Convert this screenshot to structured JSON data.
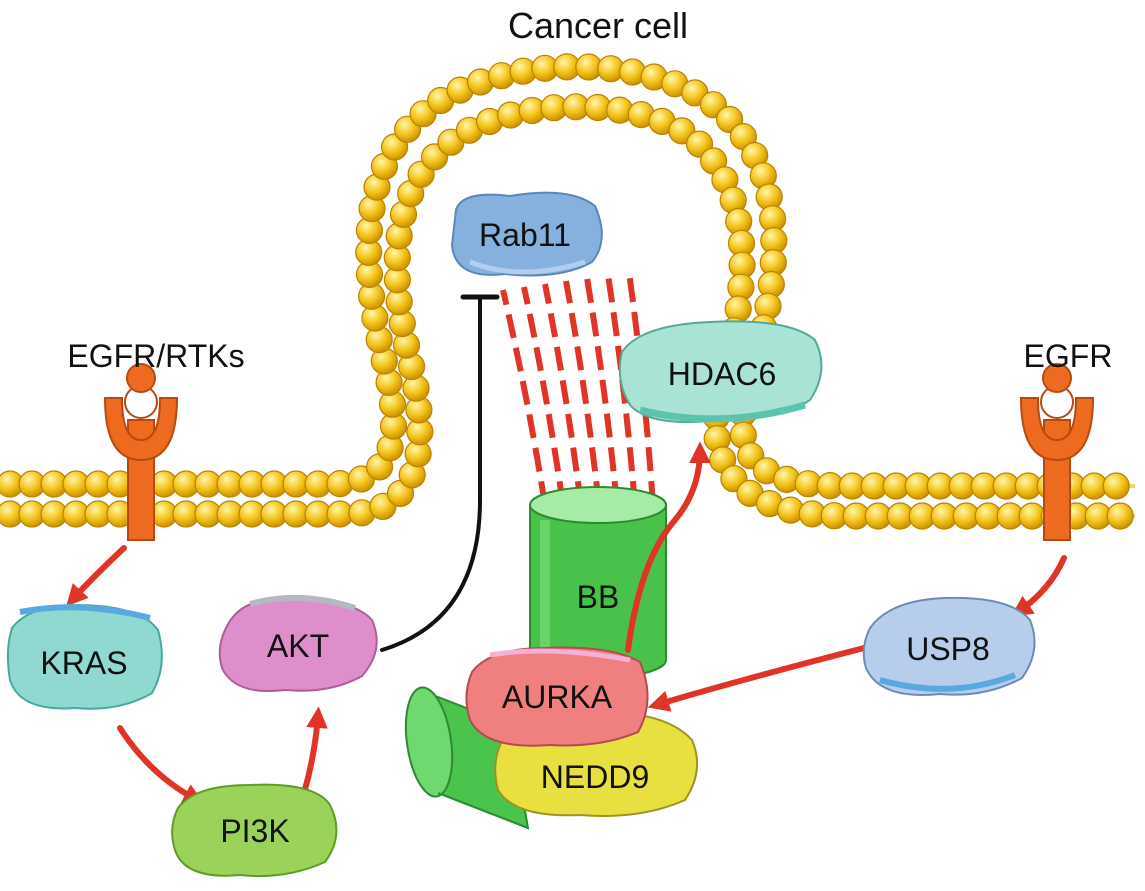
{
  "title": "Cancer cell",
  "receptors": {
    "left_label": "EGFR/RTKs",
    "right_label": "EGFR"
  },
  "proteins": {
    "rab11": "Rab11",
    "hdac6": "HDAC6",
    "kras": "KRAS",
    "akt": "AKT",
    "pi3k": "PI3K",
    "bb": "BB",
    "aurka": "AURKA",
    "nedd9": "NEDD9",
    "usp8": "USP8"
  },
  "colors": {
    "membrane_bead": "#f2c21b",
    "receptor": "#ee6a1f",
    "arrow": "#e03427",
    "inhibition": "#111111",
    "microtubule": "#e03427",
    "basal_body": "#48c24a",
    "rab11": "#86b1de",
    "hdac6": "#a8e3d6",
    "kras": "#8fd9d0",
    "akt": "#de8fcb",
    "pi3k": "#9bd35a",
    "aurka": "#f07f7f",
    "nedd9": "#e8e040",
    "usp8": "#b6cdec"
  }
}
